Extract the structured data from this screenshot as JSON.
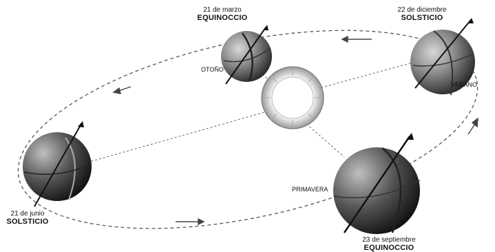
{
  "labels": {
    "march": {
      "date": "21 de marzo",
      "event": "EQUINOCCIO",
      "season": "OTOÑO"
    },
    "december": {
      "date": "22 de diciembre",
      "event": "SOLSTICIO",
      "season": "VERANO"
    },
    "june": {
      "date": "21 de junio",
      "event": "SOLSTICIO"
    },
    "september": {
      "date": "23 de septiembre",
      "event": "EQUINOCCIO",
      "season": "PRIMAVERA"
    }
  }
}
